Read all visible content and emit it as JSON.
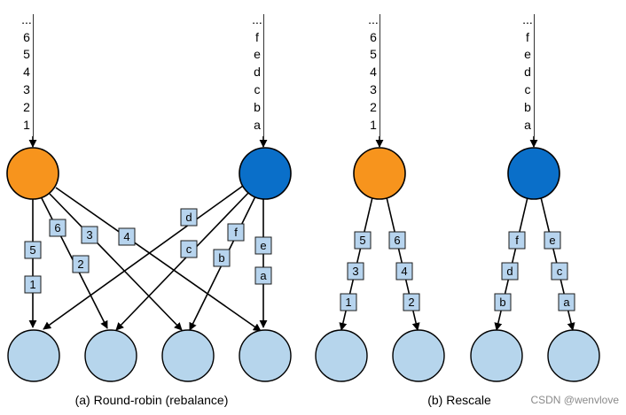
{
  "colors": {
    "orange": "#f7941d",
    "blue": "#0a6fc9",
    "light_blue": "#b6d5ec",
    "tag_fill": "#b7d4ee"
  },
  "panels": [
    {
      "caption": "(a) Round-robin (rebalance)",
      "sources": [
        {
          "color": "orange",
          "stream": [
            "...",
            "6",
            "5",
            "4",
            "3",
            "2",
            "1"
          ]
        },
        {
          "color": "blue",
          "stream": [
            "...",
            "f",
            "e",
            "d",
            "c",
            "b",
            "a"
          ]
        }
      ],
      "edges": [
        {
          "from": 0,
          "to": 0,
          "tags": [
            "5",
            "1"
          ]
        },
        {
          "from": 0,
          "to": 1,
          "tags": [
            "6",
            "2"
          ]
        },
        {
          "from": 0,
          "to": 2,
          "tags": [
            "3"
          ]
        },
        {
          "from": 0,
          "to": 3,
          "tags": [
            "4"
          ]
        },
        {
          "from": 1,
          "to": 0,
          "tags": [
            "d"
          ]
        },
        {
          "from": 1,
          "to": 1,
          "tags": [
            "c"
          ]
        },
        {
          "from": 1,
          "to": 2,
          "tags": [
            "f",
            "b"
          ]
        },
        {
          "from": 1,
          "to": 3,
          "tags": [
            "e",
            "a"
          ]
        }
      ]
    },
    {
      "caption": "(b) Rescale",
      "sources": [
        {
          "color": "orange",
          "stream": [
            "...",
            "6",
            "5",
            "4",
            "3",
            "2",
            "1"
          ]
        },
        {
          "color": "blue",
          "stream": [
            "...",
            "f",
            "e",
            "d",
            "c",
            "b",
            "a"
          ]
        }
      ],
      "edges": [
        {
          "from": 0,
          "to": 0,
          "tags": [
            "5",
            "3",
            "1"
          ]
        },
        {
          "from": 0,
          "to": 1,
          "tags": [
            "6",
            "4",
            "2"
          ]
        },
        {
          "from": 1,
          "to": 2,
          "tags": [
            "f",
            "d",
            "b"
          ]
        },
        {
          "from": 1,
          "to": 3,
          "tags": [
            "e",
            "c",
            "a"
          ]
        }
      ]
    }
  ],
  "watermark": "CSDN @wenvlove"
}
